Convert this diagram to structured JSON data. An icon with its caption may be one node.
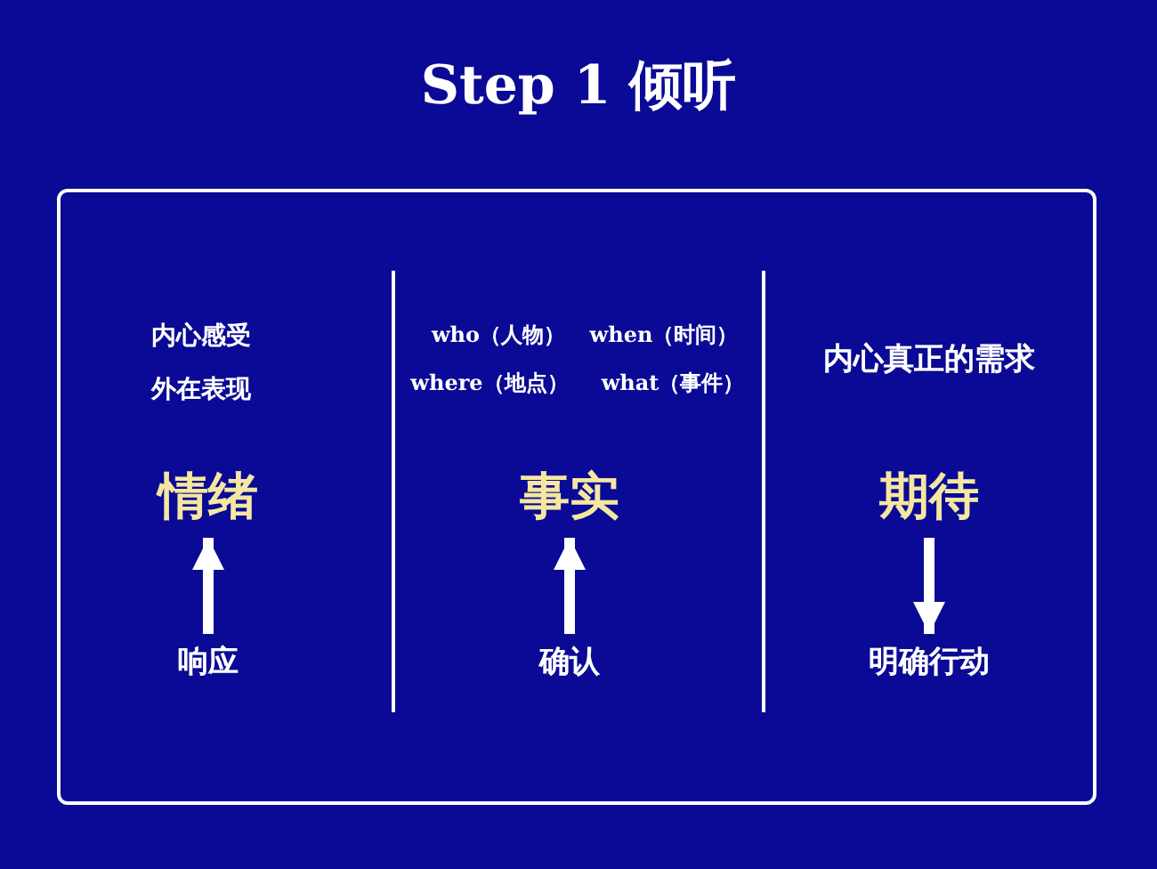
{
  "diagram": {
    "title": "Step 1 倾听",
    "nodes": [
      {
        "text": [],
        "shape": "box"
      },
      {
        "text": [
          "情绪"
        ],
        "in": 0
      },
      {
        "text": [
          "响应"
        ],
        "in": 0
      },
      {
        "text": [
          "事实"
        ],
        "in": 0
      },
      {
        "text": [
          "确认"
        ],
        "in": 0
      },
      {
        "text": [
          "期待"
        ],
        "in": 0
      },
      {
        "text": [
          "明确行动"
        ],
        "in": 0
      }
    ],
    "edges": [
      {
        "from": 2,
        "to": 1,
        "arrow": "to"
      },
      {
        "from": 4,
        "to": 3,
        "arrow": "to"
      },
      {
        "from": 5,
        "to": 6,
        "arrow": "to"
      }
    ],
    "labels": [
      "内心感受",
      "外在表现",
      "who（人物）",
      "when（时间）",
      "where（地点）",
      "what（事件）",
      "内心真正的需求"
    ]
  }
}
